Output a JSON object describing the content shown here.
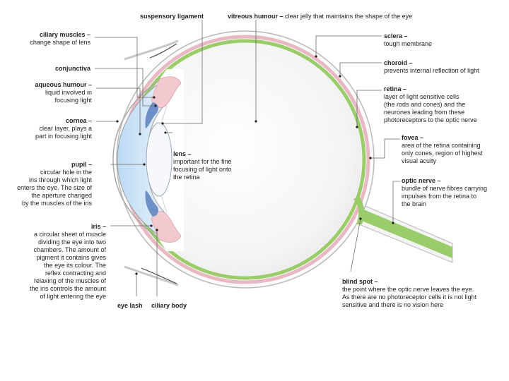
{
  "labels": {
    "suspensory_ligament": {
      "title": "suspensory ligament"
    },
    "vitreous_humour": {
      "title": "vitreous humour –",
      "desc": "clear jelly that maintains the shape of the eye"
    },
    "ciliary_muscles": {
      "title": "ciliary muscles –",
      "desc": "change shape of lens"
    },
    "conjunctiva": {
      "title": "conjunctiva"
    },
    "aqueous_humour": {
      "title": "aqueous humour –",
      "desc": "liquid involved in\nfocusing light"
    },
    "cornea": {
      "title": "cornea –",
      "desc": "clear layer, plays a\npart in focusing light"
    },
    "pupil": {
      "title": "pupil –",
      "desc": "circular hole in the\niris through which light\nenters the eye. The size of\nthe aperture changed\nby the muscles of the iris"
    },
    "iris": {
      "title": "iris –",
      "desc": "a circular sheet of muscle\ndividing the eye into two\nchambers. The amount of\npigment it contains gives\nthe eye its colour. The\nreflex contracting and\nrelaxing of the muscles of\nthe iris controls the amount\nof light entering the eye"
    },
    "eye_lash": {
      "title": "eye lash"
    },
    "ciliary_body": {
      "title": "ciliary body"
    },
    "lens": {
      "title": "lens –",
      "desc": "important for the fine\nfocusing of light onto\nthe retina"
    },
    "sclera": {
      "title": "sclera –",
      "desc": "tough membrane"
    },
    "choroid": {
      "title": "choroid –",
      "desc": "prevents internal reflection of light"
    },
    "retina": {
      "title": "retina –",
      "desc": "layer of light sensitive cells\n(the rods and cones) and the\nneurones leading from these\nphotoreceptors to the optic nerve"
    },
    "fovea": {
      "title": "fovea –",
      "desc": "area of the retina containing\nonly cones, region of highest\nvisual acuity"
    },
    "optic_nerve": {
      "title": "optic nerve –",
      "desc": "bundle of nerve fibres carrying\nimpulses from the retina to\nthe brain"
    },
    "blind_spot": {
      "title": "blind spot –",
      "desc": "the point where the optic nerve leaves the eye.\nAs there are no photoreceptor cells it is not light\nsensitive and there is no vision here"
    }
  },
  "colors": {
    "sclera_outline": "#b9b9b9",
    "choroid": "#e8b9c2",
    "retina": "#9acc6a",
    "aqueous": "#cfe4f7",
    "iris": "#6f8fc8",
    "ciliary": "#f2c9cf",
    "vitreous": "#f2f2f2",
    "leader": "#6a6a6a"
  }
}
